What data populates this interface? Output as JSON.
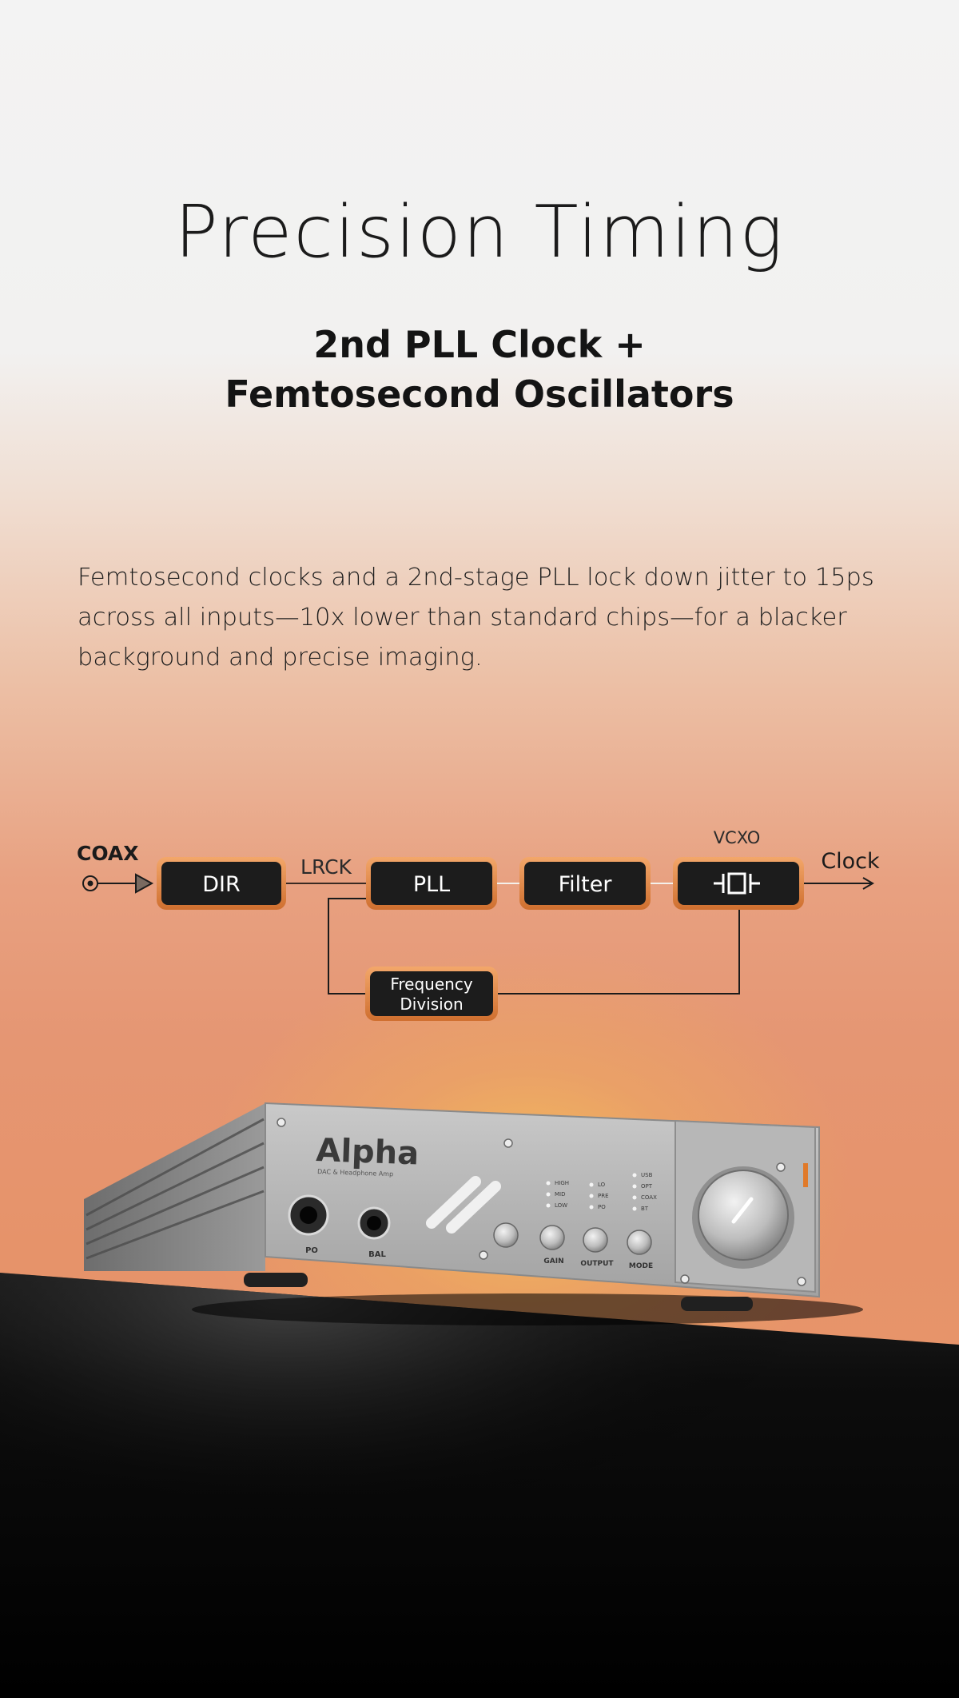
{
  "title": "Precision Timing",
  "subtitle": {
    "line1": "2nd PLL Clock +",
    "line2": "Femtosecond Oscillators"
  },
  "description": "Femtosecond clocks and a 2nd-stage PLL lock down jitter to 15ps across all inputs—10x lower than standard chips—for a blacker background and precise imaging.",
  "diagram": {
    "input_label": "COAX",
    "blocks": {
      "dir": "DIR",
      "pll": "PLL",
      "filter": "Filter",
      "vcxo_label": "VCXO",
      "freq_line1": "Frequency",
      "freq_line2": "Division"
    },
    "lrck_label": "LRCK",
    "output_label": "Clock"
  },
  "device": {
    "brand": "Alpha",
    "model_line": "DAC & Headphone Amp",
    "jacks": [
      "PO",
      "BAL"
    ],
    "knob_labels": [
      "GAIN",
      "OUTPUT",
      "MODE"
    ],
    "gain_leds": [
      "HIGH",
      "MID",
      "LOW"
    ],
    "output_leds": [
      "LO",
      "PRE",
      "PO"
    ],
    "mode_leds": [
      "USB",
      "OPT",
      "COAX",
      "BT"
    ]
  },
  "colors": {
    "accent_orange": "#e08a3f",
    "block_fill": "#1c1c1c",
    "text_dark": "#1b1b1b"
  }
}
